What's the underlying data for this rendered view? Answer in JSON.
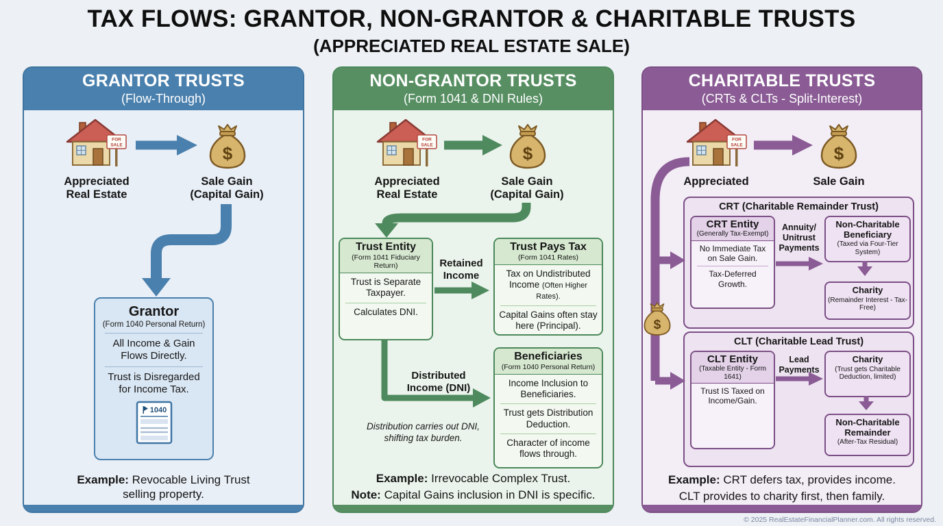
{
  "title": "TAX FLOWS: GRANTOR, NON-GRANTOR & CHARITABLE TRUSTS",
  "subtitle": "(APPRECIATED REAL ESTATE SALE)",
  "footer": "© 2025 RealEstateFinancialPlanner.com. All rights reserved.",
  "colors": {
    "background": "#edf0f4",
    "grantor_accent": "#4a80ad",
    "non_grantor_accent": "#578f63",
    "charitable_accent": "#8a5b94"
  },
  "icons": {
    "house_sign_line1": "FOR",
    "house_sign_line2": "SALE",
    "money_bag_symbol": "$",
    "form_label": "1040"
  },
  "grantor": {
    "header": "GRANTOR TRUSTS",
    "subheader": "(Flow-Through)",
    "house_label_line1": "Appreciated",
    "house_label_line2": "Real Estate",
    "gain_label_line1": "Sale Gain",
    "gain_label_line2": "(Capital Gain)",
    "grantor_box": {
      "title": "Grantor",
      "subtitle": "(Form 1040 Personal Return)",
      "point1": "All Income & Gain Flows Directly.",
      "point2": "Trust is Disregarded for Income Tax."
    },
    "example_label": "Example:",
    "example_text": " Revocable Living Trust selling property."
  },
  "non_grantor": {
    "header": "NON-GRANTOR TRUSTS",
    "subheader": "(Form 1041 & DNI Rules)",
    "house_label_line1": "Appreciated",
    "house_label_line2": "Real Estate",
    "gain_label_line1": "Sale Gain",
    "gain_label_line2": "(Capital Gain)",
    "trust_entity": {
      "title": "Trust Entity",
      "subtitle": "(Form 1041 Fiduciary Return)",
      "point1": "Trust is Separate Taxpayer.",
      "point2": "Calculates DNI."
    },
    "retained_line1": "Retained",
    "retained_line2": "Income",
    "trust_pays_tax": {
      "title": "Trust Pays Tax",
      "subtitle": "(Form 1041 Rates)",
      "point1_main": "Tax on Undistributed Income",
      "point1_small": "(Often Higher Rates).",
      "point2": "Capital Gains often stay here (Principal)."
    },
    "distributed_line1": "Distributed",
    "distributed_line2": "Income (DNI)",
    "beneficiaries": {
      "title": "Beneficiaries",
      "subtitle": "(Form 1040 Personal Return)",
      "point1": "Income Inclusion to Beneficiaries.",
      "point2": "Trust gets Distribution Deduction.",
      "point3": "Character of income flows through."
    },
    "distribution_note": "Distribution carries out DNI, shifting tax burden.",
    "example_label": "Example:",
    "example_text": " Irrevocable Complex Trust.",
    "note_label": "Note:",
    "note_text": " Capital Gains inclusion in DNI is specific."
  },
  "charitable": {
    "header": "CHARITABLE TRUSTS",
    "subheader": "(CRTs & CLTs - Split-Interest)",
    "house_label": "Appreciated",
    "gain_label": "Sale Gain",
    "crt": {
      "title": "CRT (Charitable Remainder Trust)",
      "entity_title": "CRT Entity",
      "entity_subtitle": "(Generally Tax-Exempt)",
      "entity_point1": "No Immediate Tax on Sale Gain.",
      "entity_point2": "Tax-Deferred Growth.",
      "payments_line1": "Annuity/",
      "payments_line2": "Unitrust",
      "payments_line3": "Payments",
      "beneficiary_title": "Non-Charitable Beneficiary",
      "beneficiary_subtitle": "(Taxed via Four-Tier System)",
      "charity_title": "Charity",
      "charity_subtitle": "(Remainder Interest - Tax-Free)"
    },
    "clt": {
      "title": "CLT (Charitable Lead Trust)",
      "entity_title": "CLT Entity",
      "entity_subtitle": "(Taxable Entity - Form 1641)",
      "entity_point1": "Trust IS Taxed on Income/Gain.",
      "payments_line1": "Lead",
      "payments_line2": "Payments",
      "charity_title": "Charity",
      "charity_subtitle": "(Trust gets Charitable Deduction, limited)",
      "remainder_title": "Non-Charitable Remainder",
      "remainder_subtitle": "(After-Tax Residual)"
    },
    "example_label": "Example:",
    "example_line1": " CRT defers tax, provides income.",
    "example_line2": "CLT provides to charity first, then family."
  }
}
